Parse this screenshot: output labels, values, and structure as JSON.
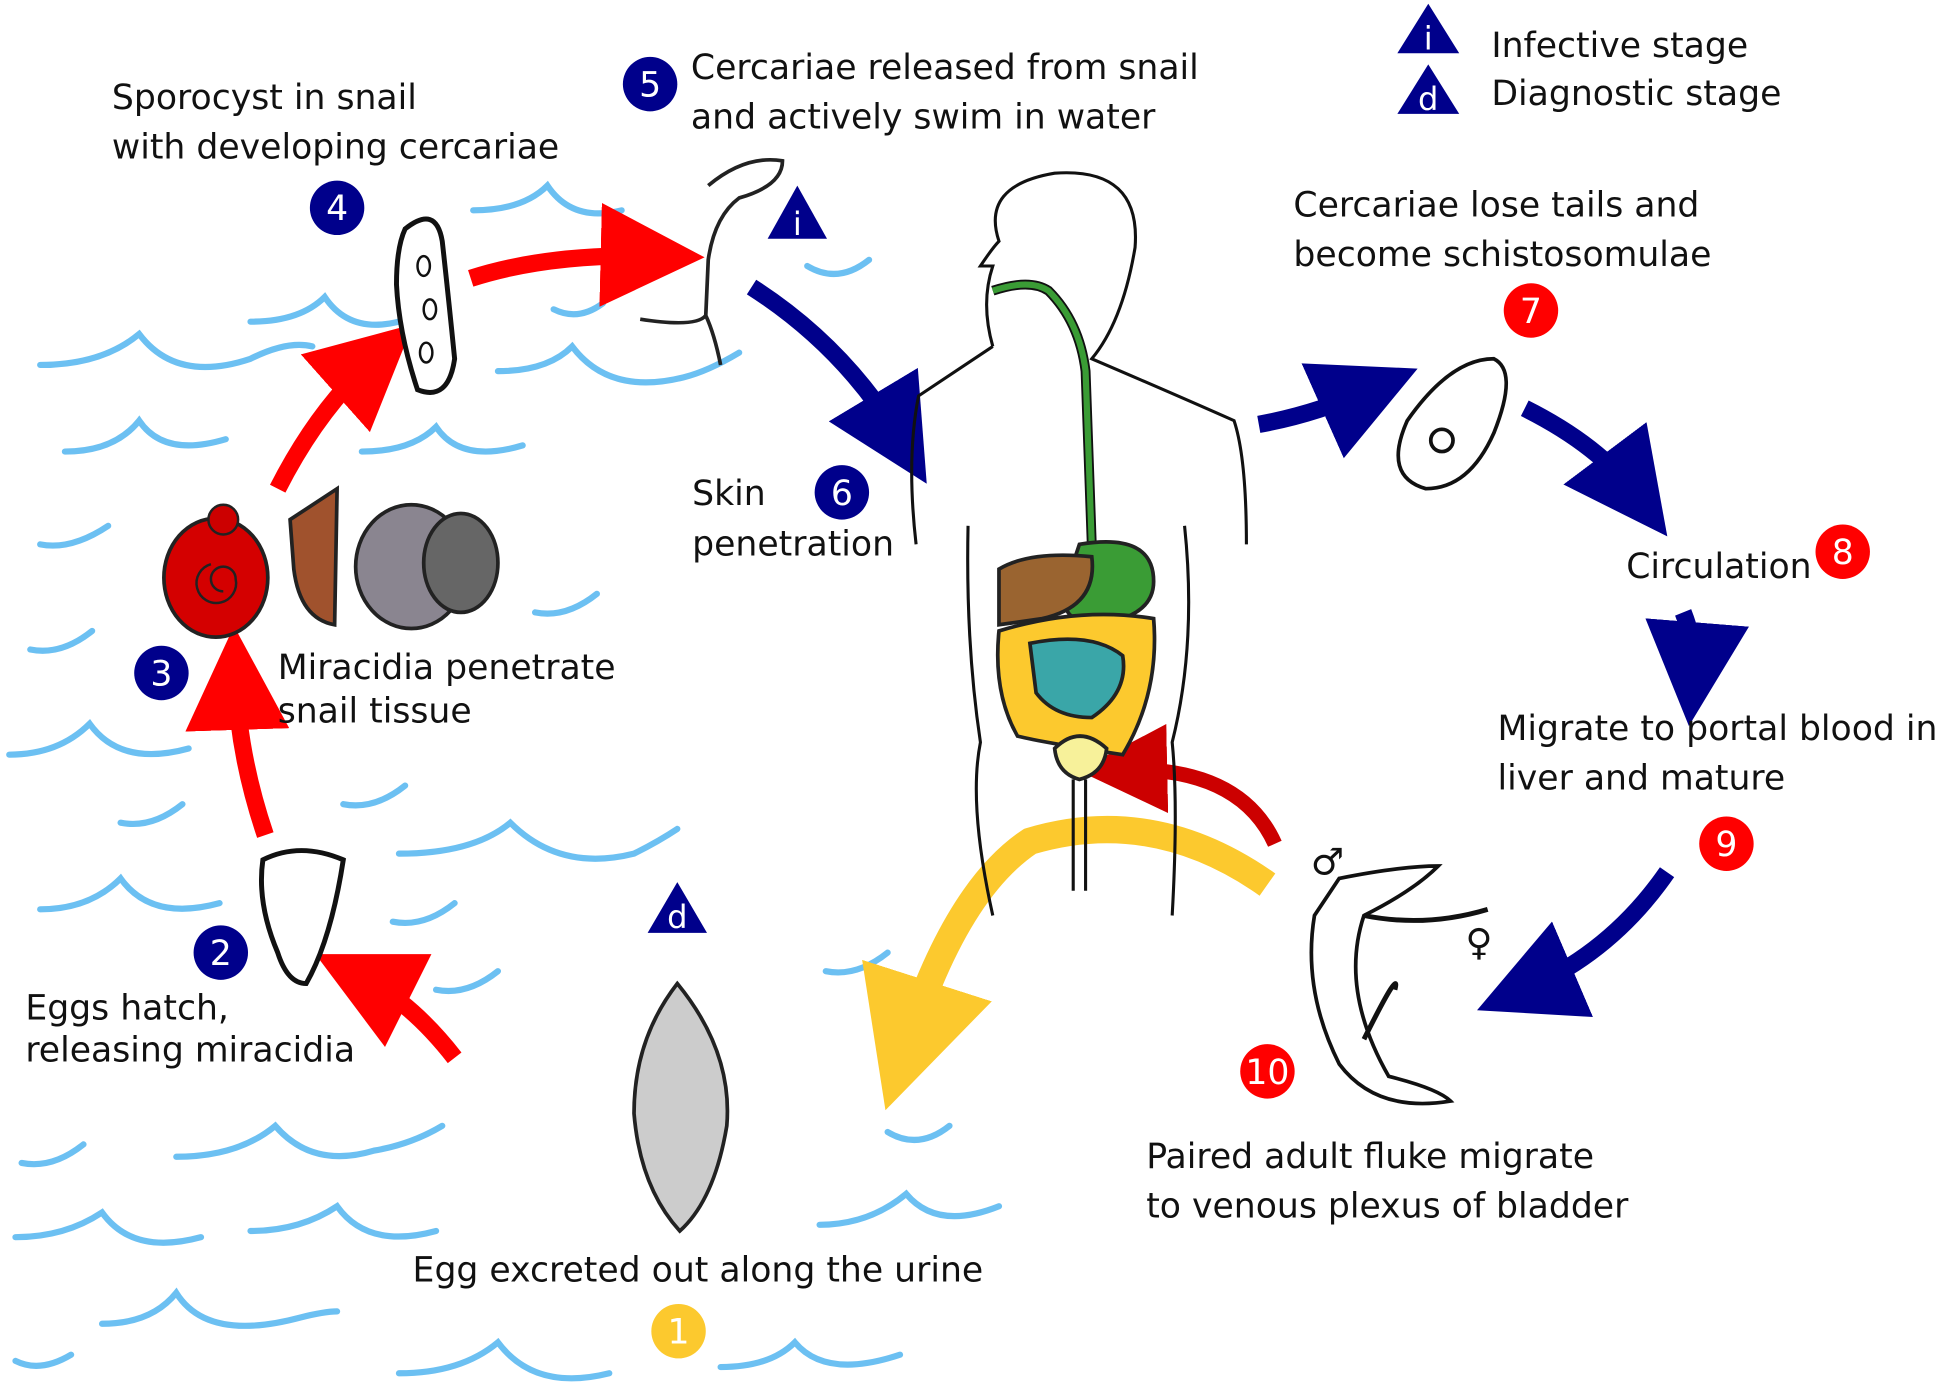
{
  "title": "Schistosoma haematobium life cycle",
  "legend": {
    "infective": {
      "symbol": "i",
      "label": "Infective stage"
    },
    "diagnostic": {
      "symbol": "d",
      "label": "Diagnostic stage"
    }
  },
  "steps": [
    {
      "num": "1",
      "lines": [
        "Egg excreted out along the urine"
      ]
    },
    {
      "num": "2",
      "lines": [
        "Eggs hatch,",
        "releasing miracidia"
      ]
    },
    {
      "num": "3",
      "lines": [
        "Miracidia penetrate",
        "snail tissue"
      ]
    },
    {
      "num": "4",
      "lines": [
        "Sporocyst in snail",
        "with developing cercariae"
      ]
    },
    {
      "num": "5",
      "lines": [
        "Cercariae released from snail",
        "and actively swim in water"
      ]
    },
    {
      "num": "6",
      "lines": [
        "Skin",
        "penetration"
      ]
    },
    {
      "num": "7",
      "lines": [
        "Cercariae lose tails and",
        "become schistosomulae"
      ]
    },
    {
      "num": "8",
      "lines": [
        "Circulation"
      ]
    },
    {
      "num": "9",
      "lines": [
        "Migrate to portal blood in",
        "liver and mature"
      ]
    },
    {
      "num": "10",
      "lines": [
        "Paired adult fluke migrate",
        "to venous plexus of bladder"
      ]
    }
  ],
  "markers": {
    "cercaria_stage": "i",
    "egg_stage": "d",
    "male": "♂",
    "female": "♀"
  },
  "colors": {
    "blue": "#00008b",
    "red": "#ff0000",
    "yellow": "#fcc92e",
    "water": "#6cc0f2"
  }
}
